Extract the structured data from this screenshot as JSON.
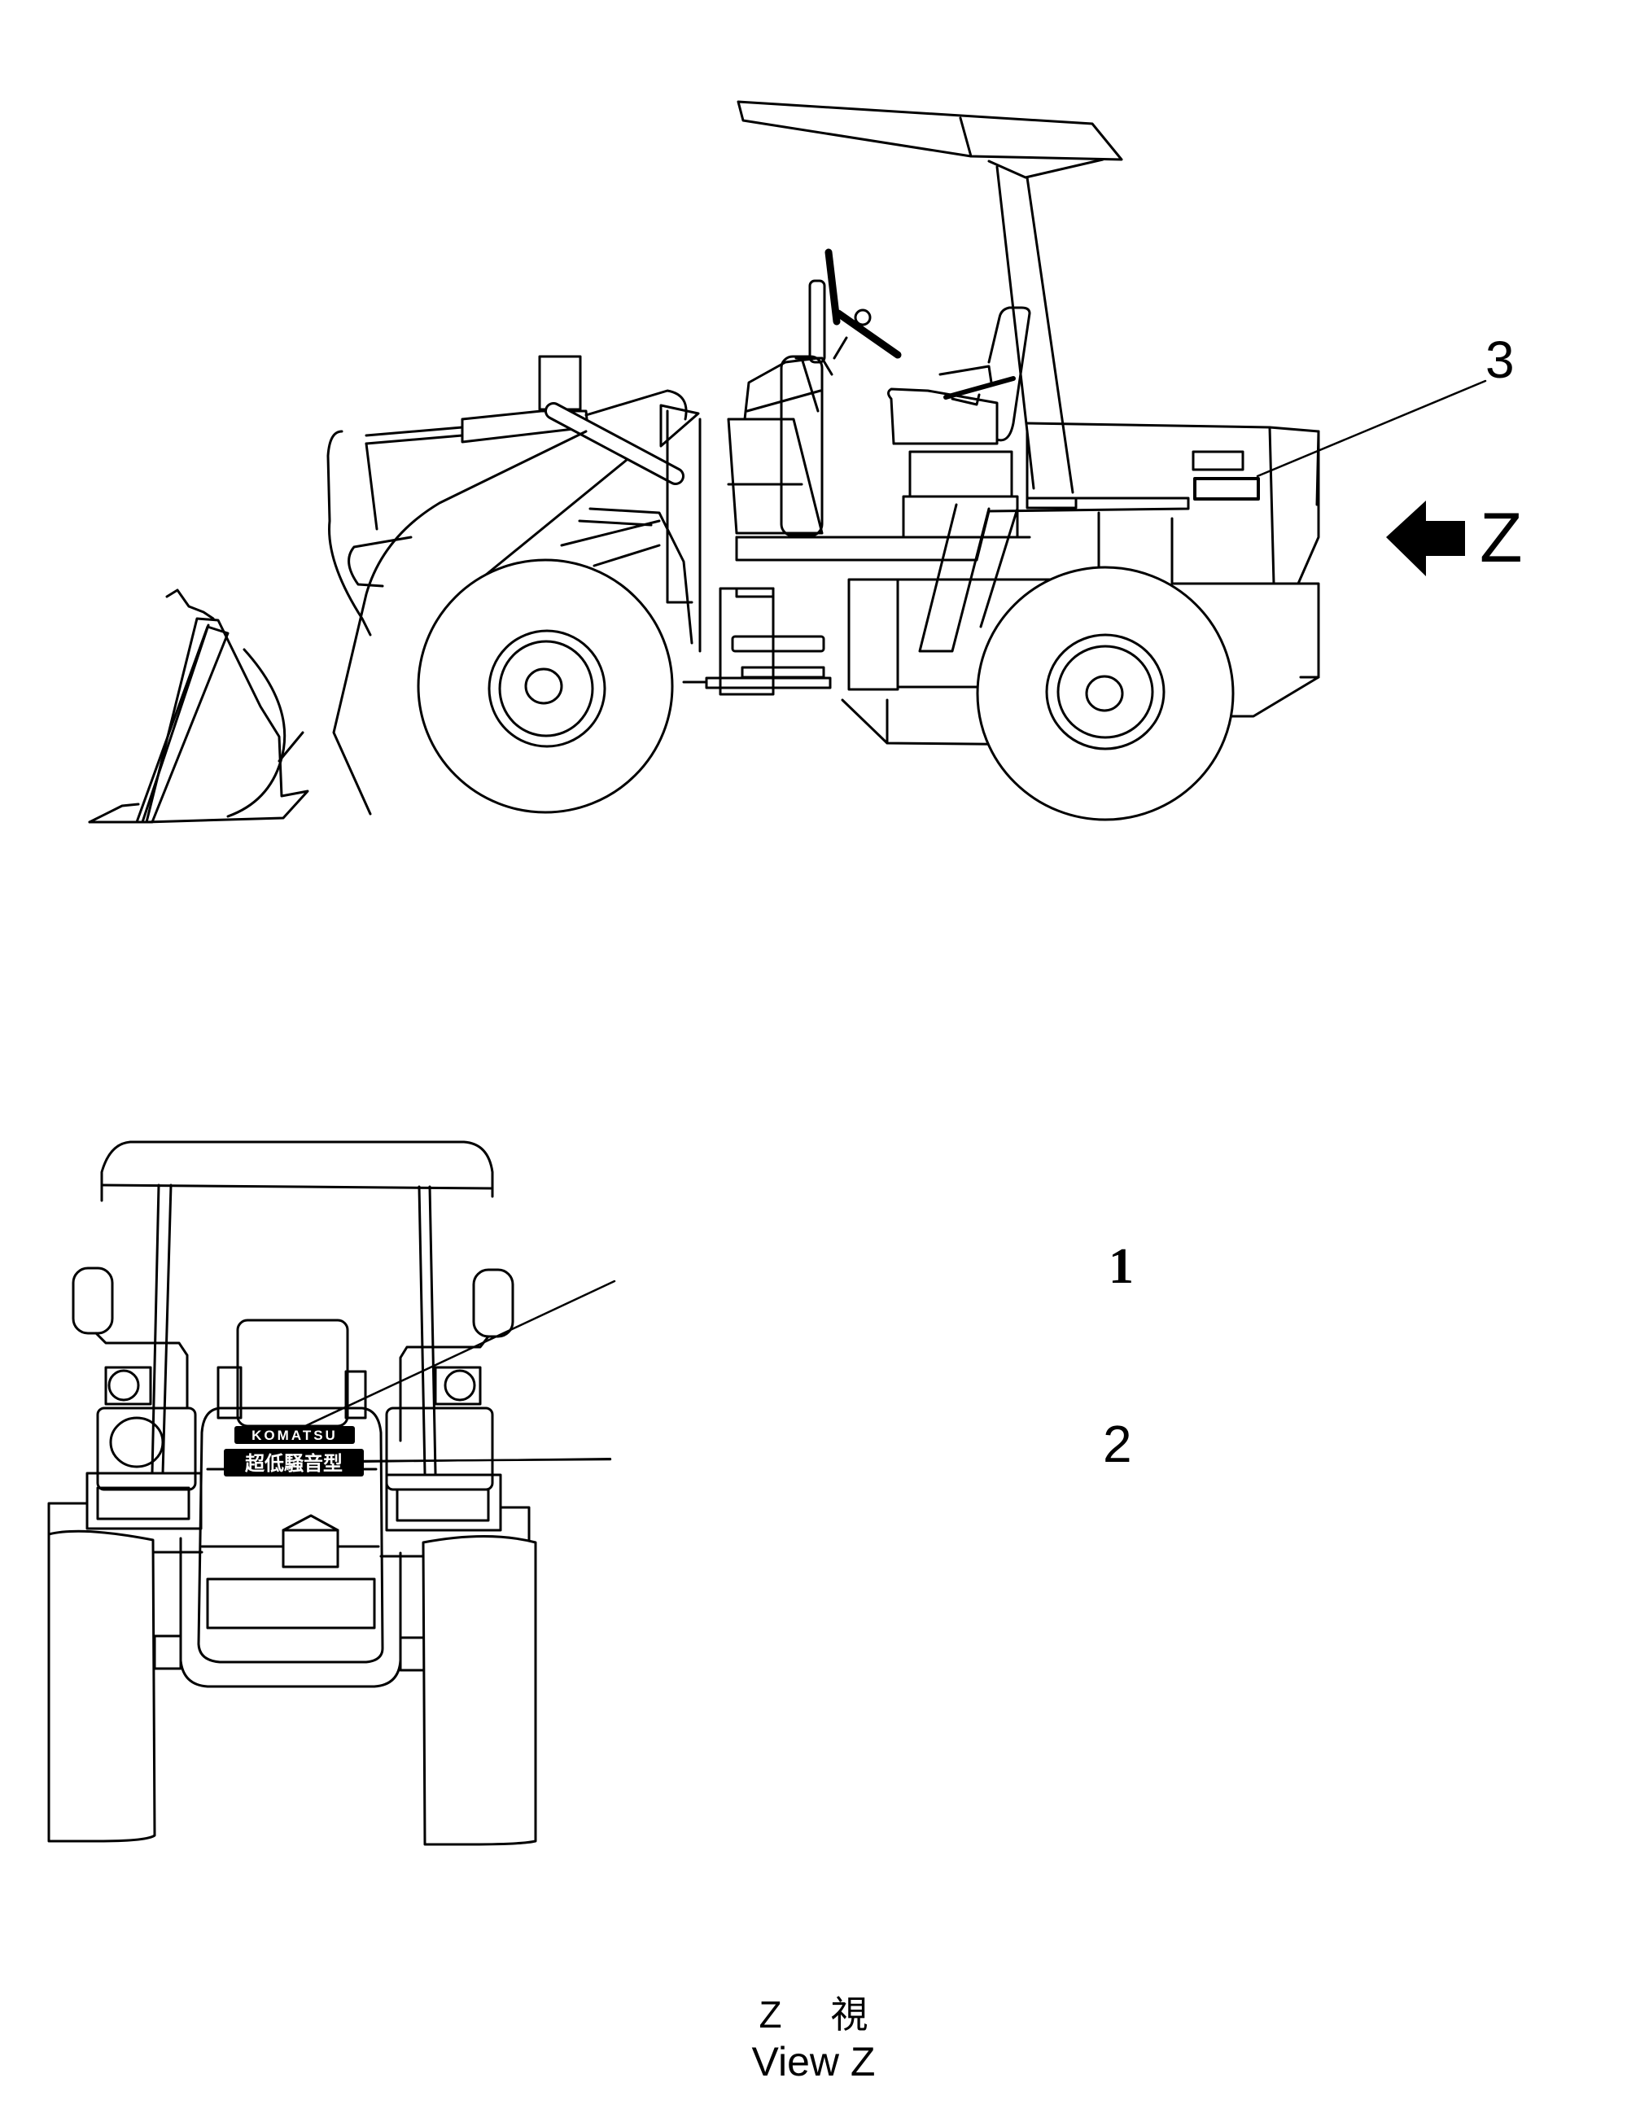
{
  "figure": {
    "title": "Wheel loader decal locations",
    "side_view": {
      "callout_3": "3",
      "view_arrow_label": "Z",
      "view_arrow_icon": "left-arrow-icon"
    },
    "front_view": {
      "callout_1": "1",
      "callout_2": "2",
      "decal_1_text": "KOMATSU",
      "decal_2_text": "超低騒音型"
    },
    "caption": {
      "line1_letter": "Z",
      "line1_kanji": "視",
      "line2": "View Z"
    }
  },
  "colors": {
    "line": "#000000",
    "background": "#ffffff"
  }
}
